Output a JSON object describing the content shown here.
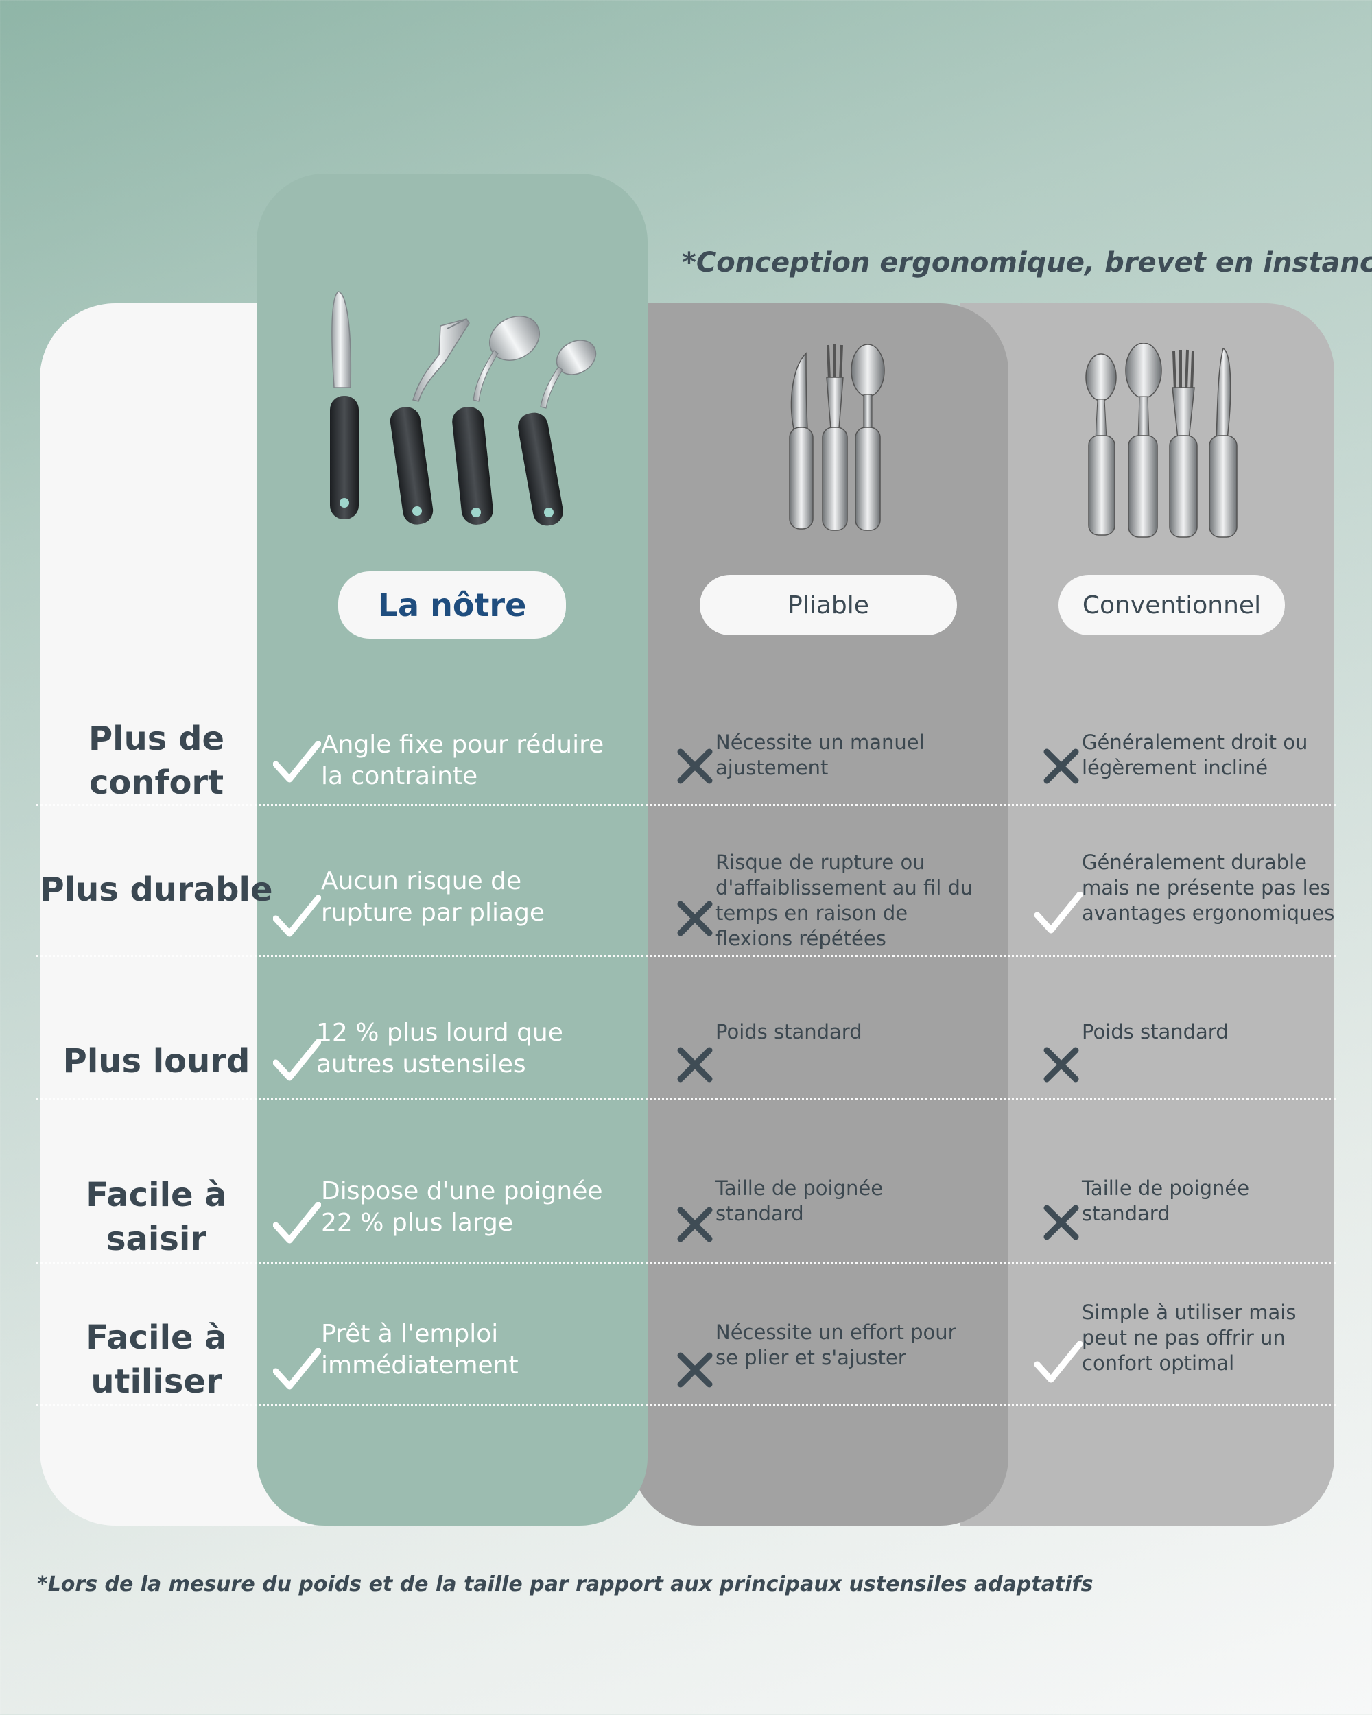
{
  "patent_note": "*Conception ergonomique, brevet en instance",
  "columns": {
    "ours": "La nôtre",
    "foldable": "Pliable",
    "conventional": "Conventionnel"
  },
  "rows": [
    {
      "label": "Plus de confort",
      "ours": "Angle fixe pour réduire la contrainte",
      "ours_mark": "check",
      "foldable": "Nécessite un manuel ajustement",
      "foldable_mark": "cross",
      "conventional": "Généralement droit ou légèrement incliné",
      "conventional_mark": "cross"
    },
    {
      "label": "Plus durable",
      "ours": "Aucun risque de rupture par pliage",
      "ours_mark": "check",
      "foldable": "Risque de rupture ou d'affaiblissement au fil du temps en raison de flexions répétées",
      "foldable_mark": "cross",
      "conventional": "Généralement durable mais ne présente pas les avantages ergonomiques",
      "conventional_mark": "check"
    },
    {
      "label": "Plus lourd",
      "ours": "12 % plus lourd que autres ustensiles",
      "ours_mark": "check",
      "foldable": "Poids standard",
      "foldable_mark": "cross",
      "conventional": "Poids standard",
      "conventional_mark": "cross"
    },
    {
      "label": "Facile à saisir",
      "ours": "Dispose d'une poignée 22 % plus large",
      "ours_mark": "check",
      "foldable": "Taille de poignée standard",
      "foldable_mark": "cross",
      "conventional": "Taille de poignée standard",
      "conventional_mark": "cross"
    },
    {
      "label": "Facile à utiliser",
      "ours": "Prêt à l'emploi immédiatement",
      "ours_mark": "check",
      "foldable": "Nécessite un effort pour se plier et s'ajuster",
      "foldable_mark": "cross",
      "conventional": "Simple à utiliser mais peut ne pas offrir un confort optimal",
      "conventional_mark": "check"
    }
  ],
  "footnote": "*Lors de la mesure du poids et de la taille par rapport aux principaux ustensiles adaptatifs",
  "colors": {
    "ours_panel": "#9cbcb0",
    "foldable_panel": "#a2a2a2",
    "conventional_panel": "#b9b9b9",
    "label_panel": "#f7f7f7",
    "brand_text": "#1f4d7e",
    "dark_text": "#3b4852"
  }
}
